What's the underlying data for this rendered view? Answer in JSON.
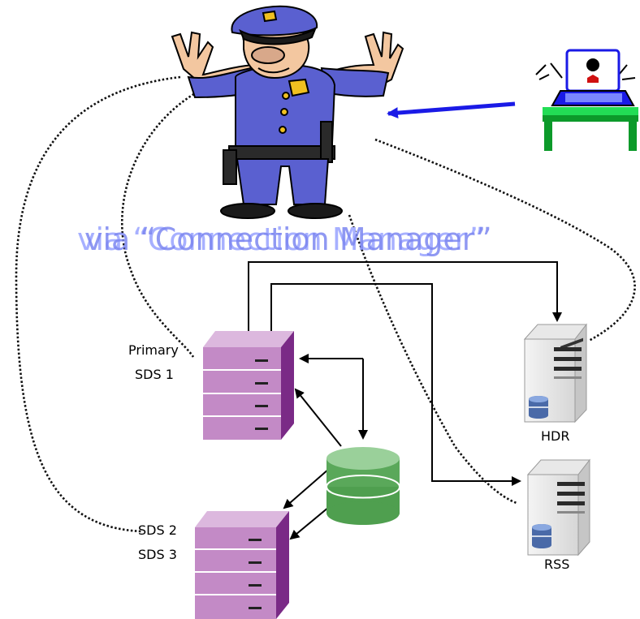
{
  "title": "via “Connection Manager”",
  "labels": {
    "primary": "Primary",
    "sds1": "SDS 1",
    "sds2": "SDS 2",
    "sds3": "SDS 3",
    "hdr": "HDR",
    "rss": "RSS"
  },
  "icons": {
    "manager": "policeman-icon",
    "client": "computer-user-icon",
    "primary_server": "server-rack-icon",
    "sds_server": "server-rack-icon",
    "shared_disk": "database-cylinder-icon",
    "hdr_server": "tower-server-icon",
    "rss_server": "tower-server-icon"
  },
  "colors": {
    "title_fill": "#7b86f0",
    "title_fill_back": "#a7b0ff",
    "client_arrow": "#1a1ae6",
    "rack_front": "#c38ac6",
    "rack_top": "#dcb8de",
    "rack_side": "#7a2a86",
    "disk": "#5aa85a",
    "uniform": "#5a60d0"
  }
}
